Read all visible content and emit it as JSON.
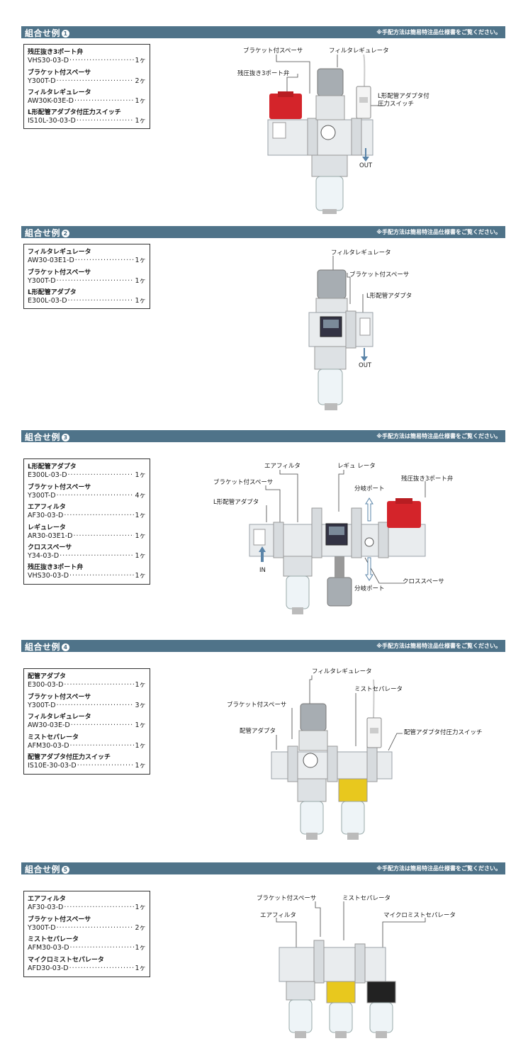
{
  "header_note": "※手配方法は簡易特注品仕様書をご覧ください。",
  "unit_label": "ヶ",
  "sections": [
    {
      "title": "組合せ例",
      "num": "1",
      "items": [
        {
          "name": "残圧抜き3ポート弁",
          "code": "VHS30-03-D",
          "qty": "1"
        },
        {
          "name": "ブラケット付スペーサ",
          "code": "Y300T-D",
          "qty": "2"
        },
        {
          "name": "フィルタレギュレータ",
          "code": "AW30K-03E-D",
          "qty": "1"
        },
        {
          "name": "L形配管アダプタ付圧力スイッチ",
          "code": "IS10L-30-03-D",
          "qty": "1"
        }
      ],
      "labels": [
        "ブラケット付スペーサ",
        "フィルタレギュレータ",
        "残圧抜き3ポート弁",
        "L形配管アダプタ付",
        "圧力スイッチ",
        "OUT"
      ]
    },
    {
      "title": "組合せ例",
      "num": "2",
      "items": [
        {
          "name": "フィルタレギュレータ",
          "code": "AW30-03E1-D",
          "qty": "1"
        },
        {
          "name": "ブラケット付スペーサ",
          "code": "Y300T-D",
          "qty": "1"
        },
        {
          "name": "L形配管アダプタ",
          "code": "E300L-03-D",
          "qty": "1"
        }
      ],
      "labels": [
        "フィルタレギュレータ",
        "ブラケット付スペーサ",
        "L形配管アダプタ",
        "OUT"
      ]
    },
    {
      "title": "組合せ例",
      "num": "3",
      "items": [
        {
          "name": "L形配管アダプタ",
          "code": "E300L-03-D",
          "qty": "1"
        },
        {
          "name": "ブラケット付スペーサ",
          "code": "Y300T-D",
          "qty": "4"
        },
        {
          "name": "エアフィルタ",
          "code": "AF30-03-D",
          "qty": "1"
        },
        {
          "name": "レギュレータ",
          "code": "AR30-03E1-D",
          "qty": "1"
        },
        {
          "name": "クロススペーサ",
          "code": "Y34-03-D",
          "qty": "1"
        },
        {
          "name": "残圧抜き3ポート弁",
          "code": "VHS30-03-D",
          "qty": "1"
        }
      ],
      "labels": [
        "エアフィルタ",
        "レギュ レータ",
        "ブラケット付スペーサ",
        "残圧抜き3ポート弁",
        "分岐ポート",
        "L形配管アダプタ",
        "IN",
        "分岐ポート",
        "クロススペーサ"
      ]
    },
    {
      "title": "組合せ例",
      "num": "4",
      "items": [
        {
          "name": "配管アダプタ",
          "code": "E300-03-D",
          "qty": "1"
        },
        {
          "name": "ブラケット付スペーサ",
          "code": "Y300T-D",
          "qty": "3"
        },
        {
          "name": "フィルタレギュレータ",
          "code": "AW30-03E-D",
          "qty": "1"
        },
        {
          "name": "ミストセパレータ",
          "code": "AFM30-03-D",
          "qty": "1"
        },
        {
          "name": "配管アダプタ付圧力スイッチ",
          "code": "IS10E-30-03-D",
          "qty": "1"
        }
      ],
      "labels": [
        "フィルタレギュレータ",
        "ミストセパレータ",
        "ブラケット付スペーサ",
        "配管アダプタ",
        "配管アダプタ付圧力スイッチ"
      ]
    },
    {
      "title": "組合せ例",
      "num": "5",
      "items": [
        {
          "name": "エアフィルタ",
          "code": "AF30-03-D",
          "qty": "1"
        },
        {
          "name": "ブラケット付スペーサ",
          "code": "Y300T-D",
          "qty": "2"
        },
        {
          "name": "ミストセパレータ",
          "code": "AFM30-03-D",
          "qty": "1"
        },
        {
          "name": "マイクロミストセパレータ",
          "code": "AFD30-03-D",
          "qty": "1"
        }
      ],
      "labels": [
        "ブラケット付スペーサ",
        "ミストセパレータ",
        "エアフィルタ",
        "マイクロミストセパレータ"
      ]
    }
  ],
  "colors": {
    "header_bg": "#4f7389",
    "valve_red": "#d4242a",
    "bowl_yellow": "#e8c81e",
    "bowl_black": "#222222",
    "arrow_blue": "#5a84a8"
  }
}
